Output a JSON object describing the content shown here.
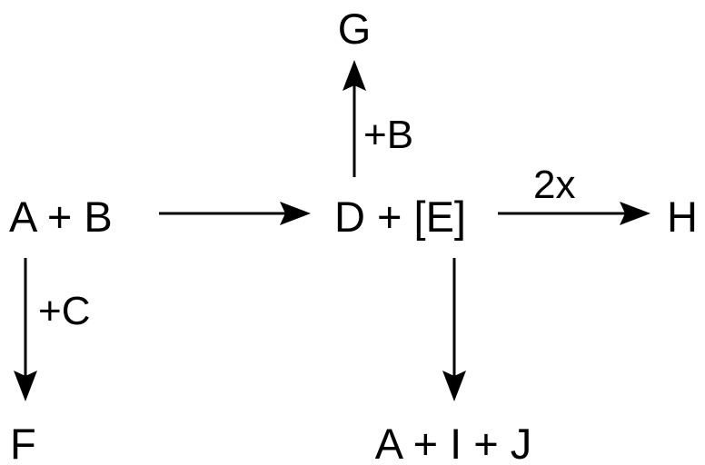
{
  "nodes": {
    "g": "G",
    "ab": "A + B",
    "de": "D + [E]",
    "h": "H",
    "f": "F",
    "aij": "A + I + J"
  },
  "edges": {
    "de_to_g": "+B",
    "ab_to_de": "",
    "de_to_h": "2x",
    "ab_to_f": "+C",
    "de_to_aij": ""
  },
  "colors": {
    "ink": "#000000",
    "background": "#ffffff"
  }
}
